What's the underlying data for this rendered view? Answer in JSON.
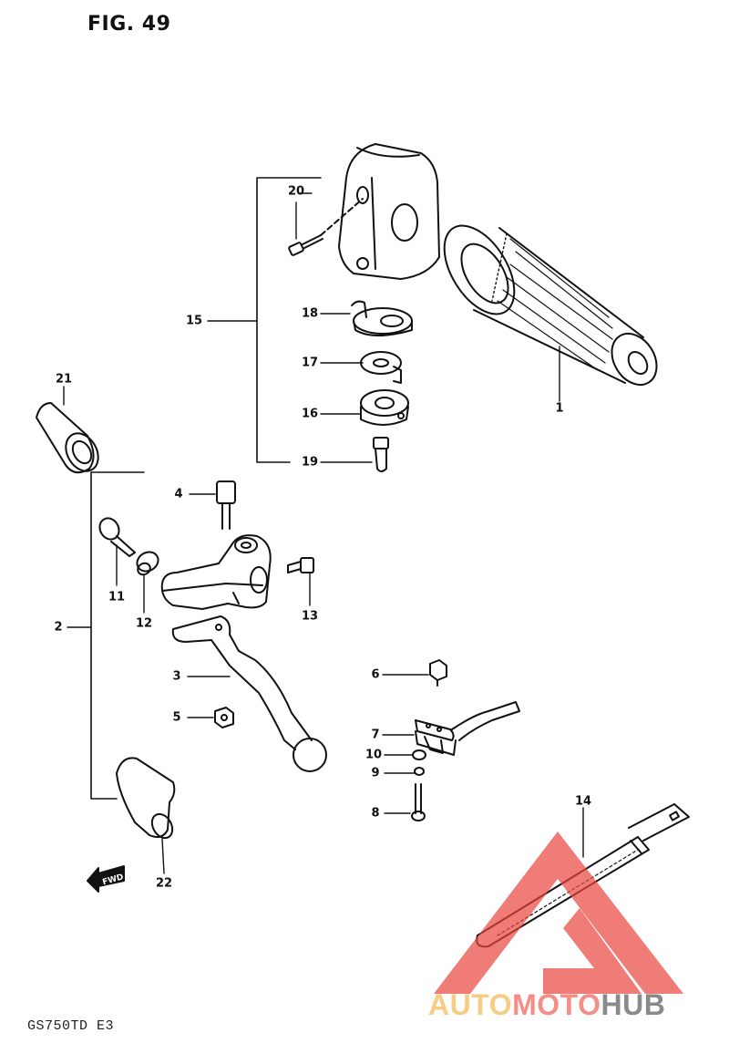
{
  "figure": {
    "title": "FIG. 49",
    "model": "GS750TD  E3",
    "fwd_label": "FWD"
  },
  "watermark": {
    "part1": "AUTO",
    "part2": "MOTO",
    "part3": "HUB",
    "logo_color": "#e8453c"
  },
  "callouts": [
    {
      "id": "1",
      "label": "1"
    },
    {
      "id": "2",
      "label": "2"
    },
    {
      "id": "3",
      "label": "3"
    },
    {
      "id": "4",
      "label": "4"
    },
    {
      "id": "5",
      "label": "5"
    },
    {
      "id": "6",
      "label": "6"
    },
    {
      "id": "7",
      "label": "7"
    },
    {
      "id": "8",
      "label": "8"
    },
    {
      "id": "9",
      "label": "9"
    },
    {
      "id": "10",
      "label": "10"
    },
    {
      "id": "11",
      "label": "11"
    },
    {
      "id": "12",
      "label": "12"
    },
    {
      "id": "13",
      "label": "13"
    },
    {
      "id": "14",
      "label": "14"
    },
    {
      "id": "15",
      "label": "15"
    },
    {
      "id": "16",
      "label": "16"
    },
    {
      "id": "17",
      "label": "17"
    },
    {
      "id": "18",
      "label": "18"
    },
    {
      "id": "19",
      "label": "19"
    },
    {
      "id": "20",
      "label": "20"
    },
    {
      "id": "21",
      "label": "21"
    },
    {
      "id": "22",
      "label": "22"
    }
  ]
}
